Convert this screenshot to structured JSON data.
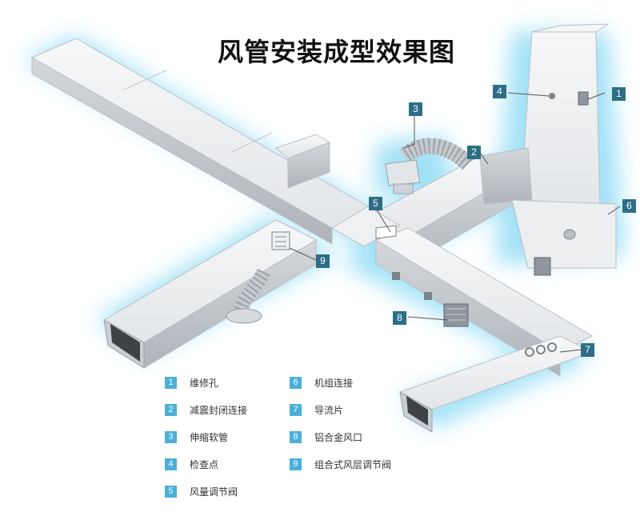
{
  "title": "风管安装成型效果图",
  "callouts": [
    "1",
    "2",
    "3",
    "4",
    "5",
    "6",
    "7",
    "8",
    "9"
  ],
  "legend": [
    {
      "num": "1",
      "label": "维修孔"
    },
    {
      "num": "2",
      "label": "减震封闭连接"
    },
    {
      "num": "3",
      "label": "伸缩软管"
    },
    {
      "num": "4",
      "label": "检查点"
    },
    {
      "num": "5",
      "label": "风量调节阀"
    },
    {
      "num": "6",
      "label": "机组连接"
    },
    {
      "num": "7",
      "label": "导流片"
    },
    {
      "num": "8",
      "label": "铝合金风口"
    },
    {
      "num": "9",
      "label": "组合式风层调节阀"
    }
  ],
  "colors": {
    "callout_fill": "#2d6e86",
    "legend_fill": "#4ab0d8",
    "glow": "#8fdcf5",
    "duct": "#e9ecef"
  }
}
